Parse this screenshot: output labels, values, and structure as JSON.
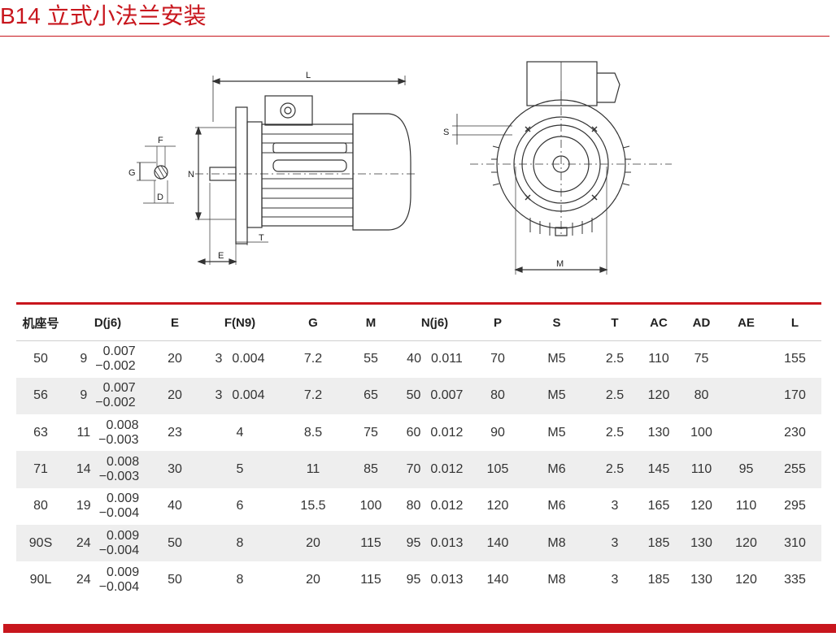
{
  "page": {
    "title": "B14 立式小法兰安装",
    "brand_color": "#c8161d"
  },
  "drawing_labels": {
    "side": {
      "L": "L",
      "F": "F",
      "G": "G",
      "D": "D",
      "N": "N",
      "T": "T",
      "E": "E"
    },
    "front": {
      "S": "S",
      "M": "M"
    }
  },
  "table": {
    "headers": [
      "机座号",
      "D(j6)",
      "E",
      "F(N9)",
      "G",
      "M",
      "N(j6)",
      "P",
      "S",
      "T",
      "AC",
      "AD",
      "AE",
      "L"
    ],
    "rows": [
      {
        "frame": "50",
        "d": "9",
        "d_tol_up": "0.007",
        "d_tol_low": "−0.002",
        "e": "20",
        "f": "3",
        "f_tol": "0.004",
        "g": "7.2",
        "m": "55",
        "n": "40",
        "n_tol": "0.011",
        "p": "70",
        "s": "M5",
        "t": "2.5",
        "ac": "110",
        "ad": "75",
        "ae": "",
        "l": "155"
      },
      {
        "frame": "56",
        "d": "9",
        "d_tol_up": "0.007",
        "d_tol_low": "−0.002",
        "e": "20",
        "f": "3",
        "f_tol": "0.004",
        "g": "7.2",
        "m": "65",
        "n": "50",
        "n_tol": "0.007",
        "p": "80",
        "s": "M5",
        "t": "2.5",
        "ac": "120",
        "ad": "80",
        "ae": "",
        "l": "170"
      },
      {
        "frame": "63",
        "d": "11",
        "d_tol_up": "0.008",
        "d_tol_low": "−0.003",
        "e": "23",
        "f": "4",
        "f_tol": "",
        "g": "8.5",
        "m": "75",
        "n": "60",
        "n_tol": "0.012",
        "p": "90",
        "s": "M5",
        "t": "2.5",
        "ac": "130",
        "ad": "100",
        "ae": "",
        "l": "230"
      },
      {
        "frame": "71",
        "d": "14",
        "d_tol_up": "0.008",
        "d_tol_low": "−0.003",
        "e": "30",
        "f": "5",
        "f_tol": "",
        "g": "11",
        "m": "85",
        "n": "70",
        "n_tol": "0.012",
        "p": "105",
        "s": "M6",
        "t": "2.5",
        "ac": "145",
        "ad": "110",
        "ae": "95",
        "l": "255"
      },
      {
        "frame": "80",
        "d": "19",
        "d_tol_up": "0.009",
        "d_tol_low": "−0.004",
        "e": "40",
        "f": "6",
        "f_tol": "",
        "g": "15.5",
        "m": "100",
        "n": "80",
        "n_tol": "0.012",
        "p": "120",
        "s": "M6",
        "t": "3",
        "ac": "165",
        "ad": "120",
        "ae": "110",
        "l": "295"
      },
      {
        "frame": "90S",
        "d": "24",
        "d_tol_up": "0.009",
        "d_tol_low": "−0.004",
        "e": "50",
        "f": "8",
        "f_tol": "",
        "g": "20",
        "m": "115",
        "n": "95",
        "n_tol": "0.013",
        "p": "140",
        "s": "M8",
        "t": "3",
        "ac": "185",
        "ad": "130",
        "ae": "120",
        "l": "310"
      },
      {
        "frame": "90L",
        "d": "24",
        "d_tol_up": "0.009",
        "d_tol_low": "−0.004",
        "e": "50",
        "f": "8",
        "f_tol": "",
        "g": "20",
        "m": "115",
        "n": "95",
        "n_tol": "0.013",
        "p": "140",
        "s": "M8",
        "t": "3",
        "ac": "185",
        "ad": "130",
        "ae": "120",
        "l": "335"
      }
    ]
  }
}
